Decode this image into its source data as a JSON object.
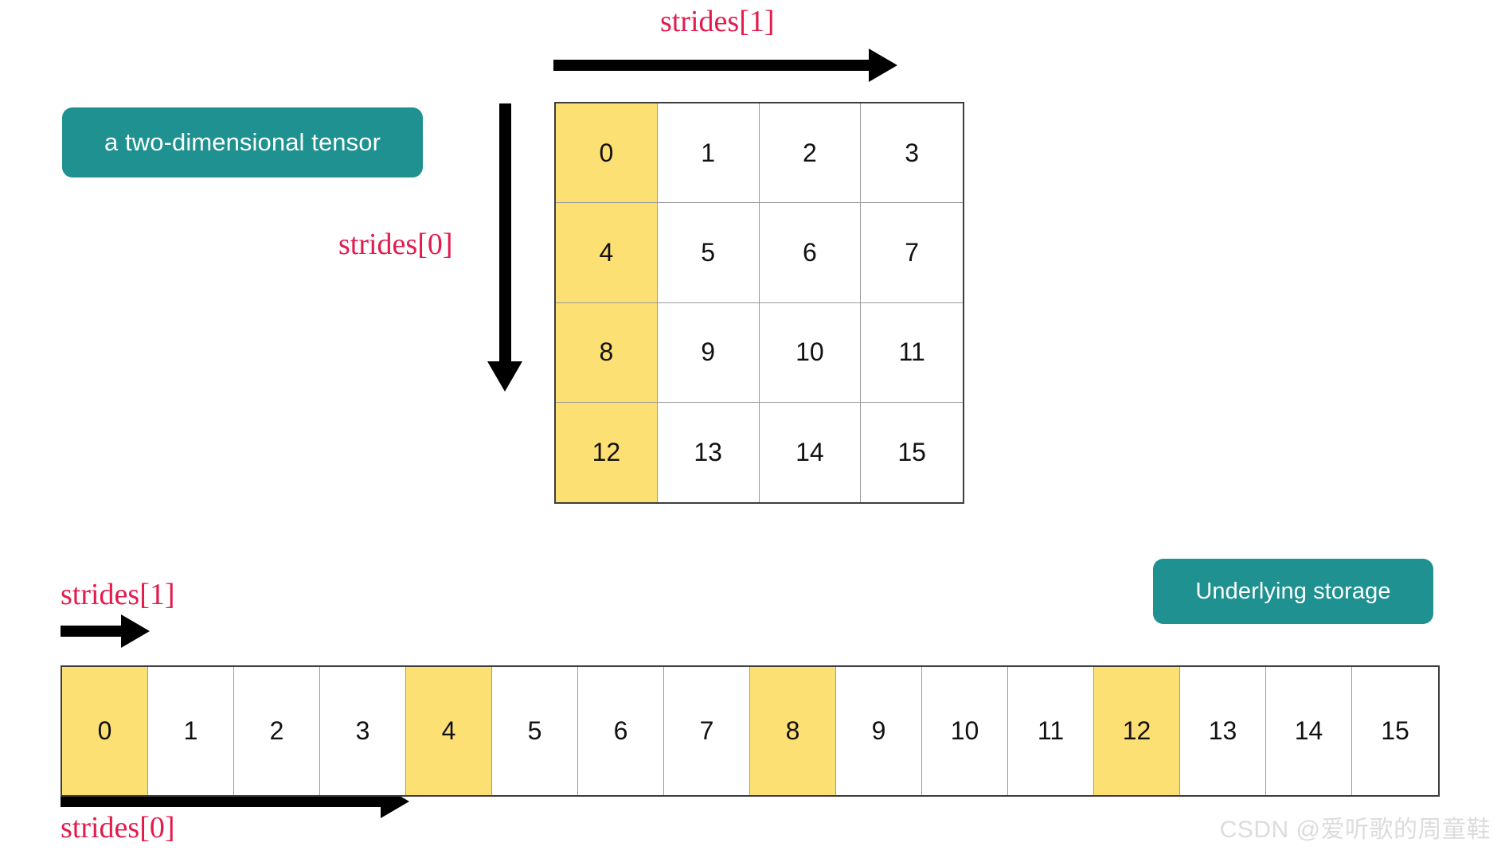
{
  "badges": {
    "tensor": "a two-dimensional tensor",
    "storage": "Underlying storage"
  },
  "labels": {
    "strides1_top": "strides[1]",
    "strides0_left": "strides[0]",
    "strides1_bottom": "strides[1]",
    "strides0_bottom": "strides[0]"
  },
  "arrows": {
    "top": "arrow-right",
    "left": "arrow-down",
    "storage_stride1": "arrow-right",
    "storage_stride0": "arrow-right"
  },
  "matrix": {
    "rows": 4,
    "cols": 4,
    "values": [
      [
        "0",
        "1",
        "2",
        "3"
      ],
      [
        "4",
        "5",
        "6",
        "7"
      ],
      [
        "8",
        "9",
        "10",
        "11"
      ],
      [
        "12",
        "13",
        "14",
        "15"
      ]
    ],
    "highlighted_column": 0
  },
  "storage": {
    "count": 16,
    "values": [
      "0",
      "1",
      "2",
      "3",
      "4",
      "5",
      "6",
      "7",
      "8",
      "9",
      "10",
      "11",
      "12",
      "13",
      "14",
      "15"
    ],
    "highlighted_indices": [
      0,
      4,
      8,
      12
    ]
  },
  "watermark": "CSDN @爱听歌的周童鞋",
  "colors": {
    "badge_teal": "#1f9190",
    "label_crimson": "#e31b4d",
    "highlight_yellow": "#fde073",
    "cell_border": "#9a9a9a",
    "outer_border": "#3d3d3d",
    "arrow_black": "#000000",
    "watermark_gray": "#dcdcdc",
    "background": "#ffffff"
  }
}
